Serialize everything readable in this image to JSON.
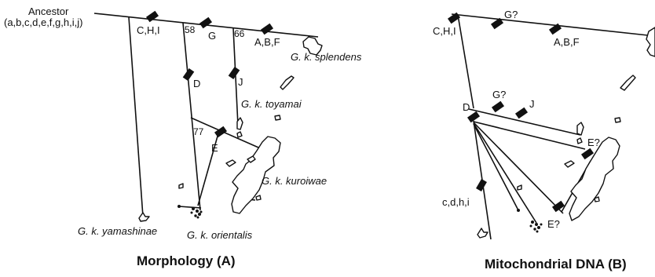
{
  "panel_a": {
    "caption": "Morphology (A)",
    "ancestor_label": "Ancestor",
    "ancestor_states": "(a,b,c,d,e,f,g,h,i,j)",
    "markers": {
      "chi": "C,H,I",
      "g": "G",
      "abf": "A,B,F",
      "d": "D",
      "j": "J",
      "e": "E"
    },
    "bootstrap": {
      "n58": "58",
      "n66": "66",
      "n77": "77"
    },
    "taxa": {
      "splendens": "G. k. splendens",
      "toyamai": "G. k. toyamai",
      "kuroiwae": "G. k. kuroiwae",
      "yamashinae": "G. k. yamashinae",
      "orientalis": "G. k. orientalis"
    }
  },
  "panel_b": {
    "caption": "Mitochondrial DNA (B)",
    "markers": {
      "chi": "C,H,I",
      "g_top": "G?",
      "abf": "A,B,F",
      "d": "D",
      "g_mid": "G?",
      "j": "J",
      "e_upper": "E?",
      "cdhi": "c,d,h,i",
      "e_lower": "E?"
    }
  },
  "colors": {
    "ink": "#111111",
    "background": "#ffffff"
  }
}
